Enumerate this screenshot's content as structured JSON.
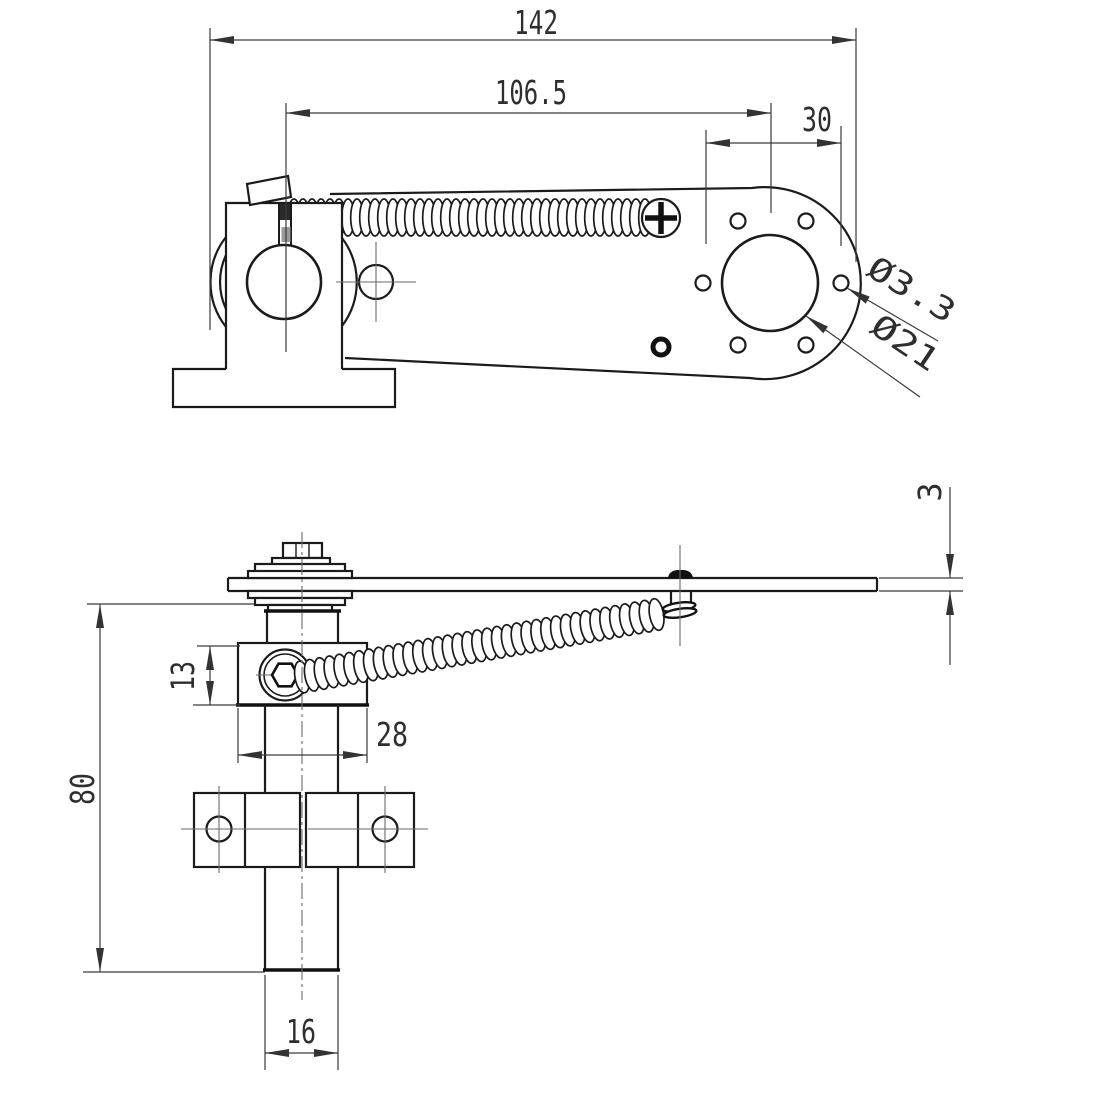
{
  "drawing": {
    "type": "engineering-drawing",
    "part": "spring-loaded lever bracket, two orthographic views",
    "background_color": "#ffffff",
    "line_color": "#1b1b1b",
    "dimension_color": "#3a3a3a",
    "dims": {
      "overall_length": "142",
      "center_distance": "106.5",
      "hole_span": "30",
      "small_hole_dia": "Ø3.3",
      "large_hole_dia": "Ø21",
      "plate_thickness": "3",
      "clamp_block_height": "13",
      "clamp_block_width": "28",
      "shaft_length": "80",
      "shaft_dia": "16"
    }
  }
}
